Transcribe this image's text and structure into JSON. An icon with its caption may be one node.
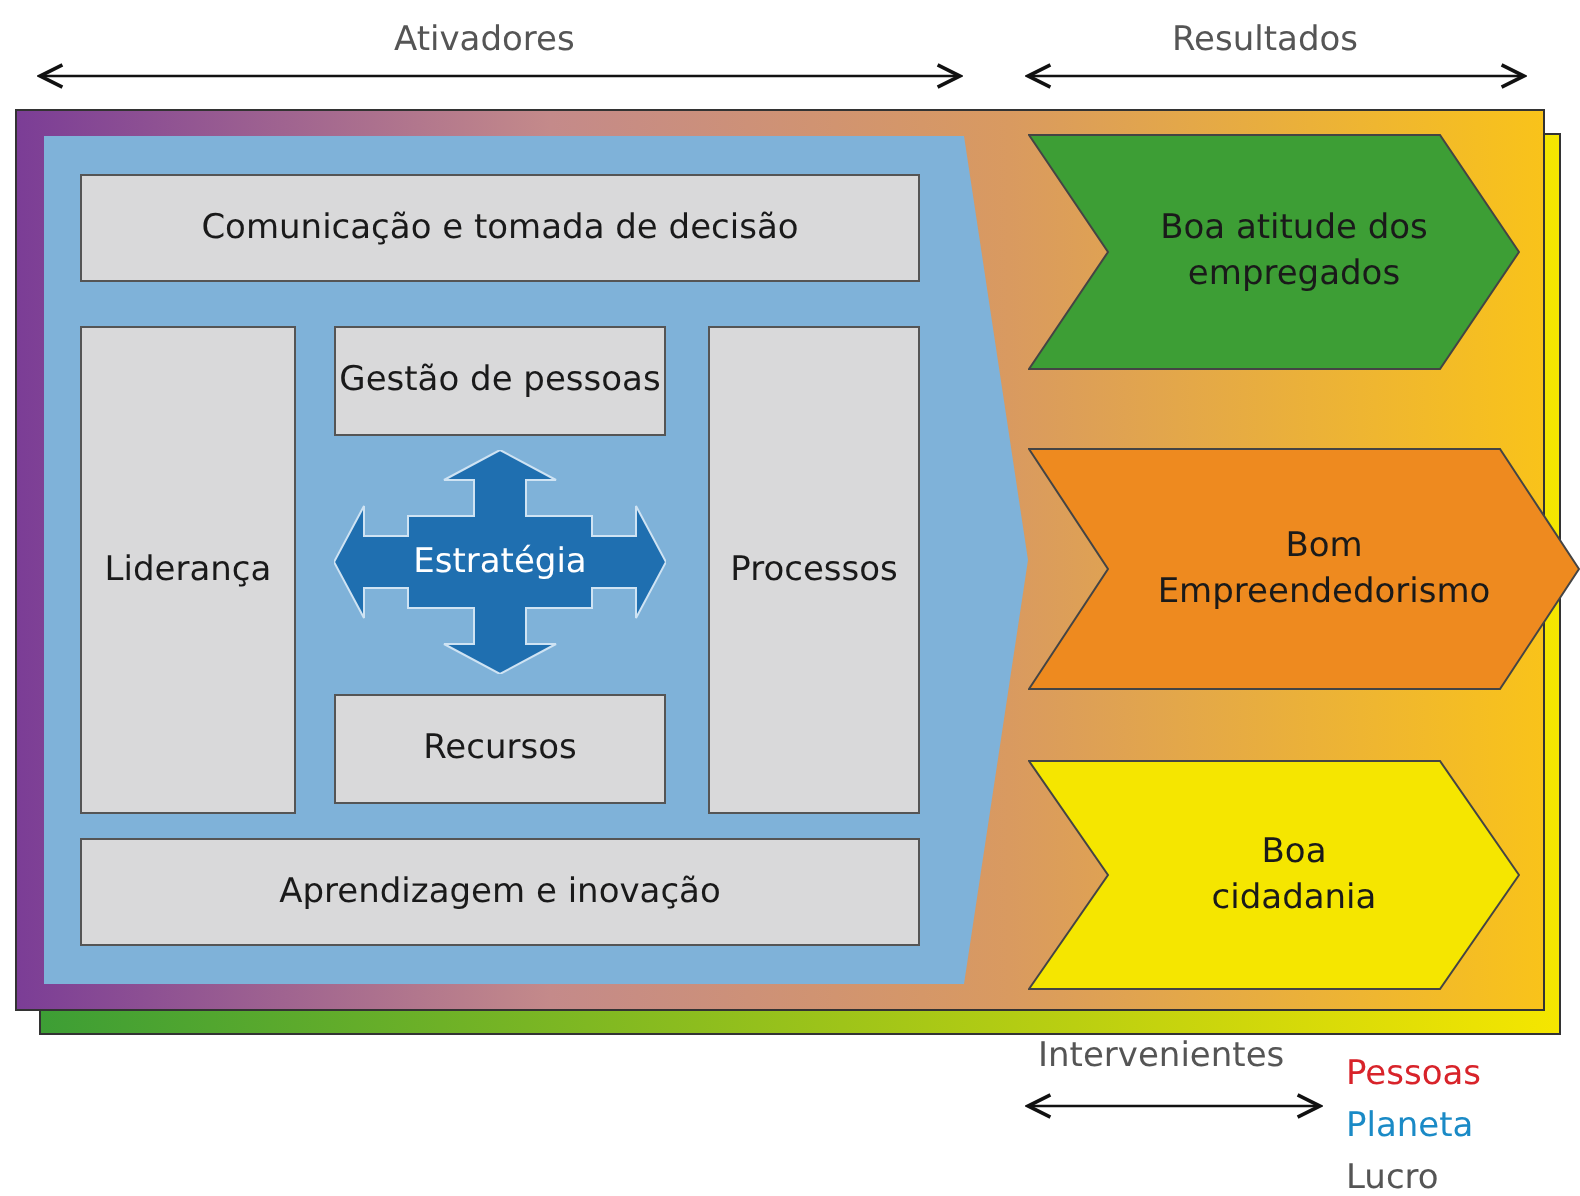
{
  "diagram": {
    "nodes": [
      {
        "text": [
          "Comunicação e tomada de decisão"
        ]
      },
      {
        "text": [
          "Liderança"
        ]
      },
      {
        "text": [
          "Gestão de pessoas"
        ]
      },
      {
        "text": [
          "Estratégia"
        ]
      },
      {
        "text": [
          "Processos"
        ]
      },
      {
        "text": [
          "Recursos"
        ]
      },
      {
        "text": [
          "Aprendizagem e inovação"
        ]
      },
      {
        "text": [
          "Boa atitude dos empregados"
        ]
      },
      {
        "text": [
          "Bom Empreendedorismo"
        ]
      },
      {
        "text": [
          "Boa cidadania"
        ]
      }
    ],
    "labels": [
      "Ativadores",
      "Resultados",
      "Intervenientes",
      "Pessoas",
      "Planeta",
      "Lucro"
    ]
  }
}
